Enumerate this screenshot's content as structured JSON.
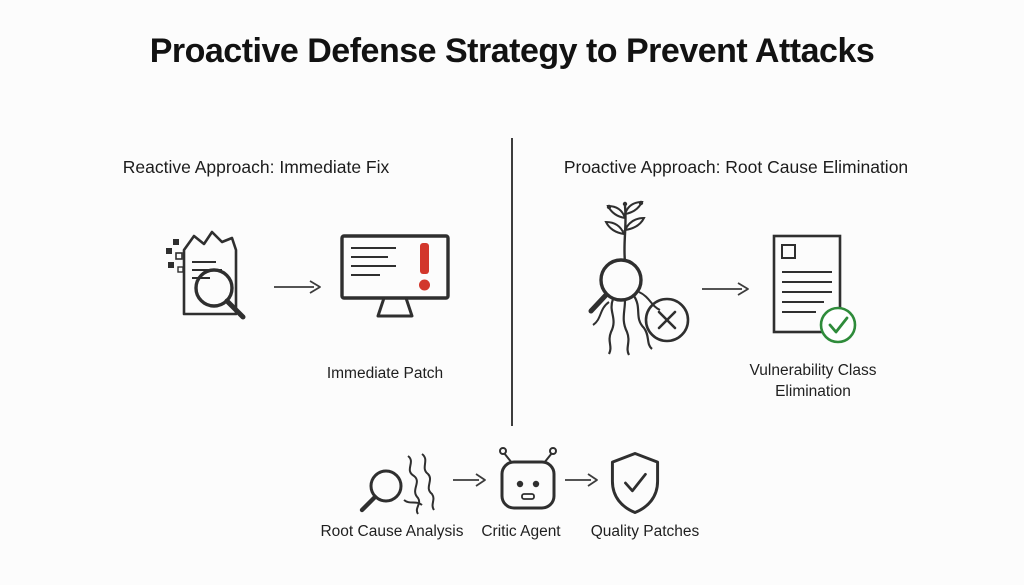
{
  "title": "Proactive Defense Strategy to Prevent Attacks",
  "left_panel": {
    "heading": "Reactive Approach: Immediate Fix",
    "result_label": "Immediate Patch"
  },
  "right_panel": {
    "heading": "Proactive Approach: Root Cause Elimination",
    "result_label": "Vulnerability Class Elimination"
  },
  "bottom_flow": {
    "steps": [
      {
        "label": "Root Cause Analysis",
        "icon": "root-cause-analysis-icon"
      },
      {
        "label": "Critic Agent",
        "icon": "critic-agent-robot-icon"
      },
      {
        "label": "Quality Patches",
        "icon": "quality-patches-shield-icon"
      }
    ]
  },
  "colors": {
    "alert_red": "#d2372c",
    "success_green": "#2e8b3a",
    "ink": "#2f2f2f",
    "arrow": "#3c3c3c"
  }
}
